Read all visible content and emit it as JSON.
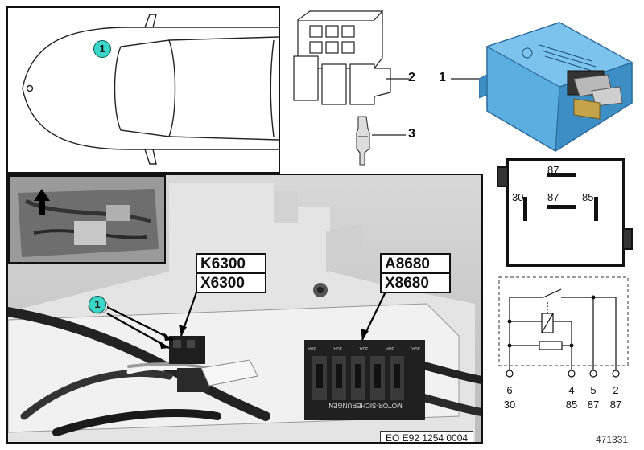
{
  "location_badge": "1",
  "components": {
    "item1": "1",
    "item2": "2",
    "item3": "3"
  },
  "photo": {
    "badge": "1",
    "left_labels": [
      "K6300",
      "X6300"
    ],
    "right_labels": [
      "A8680",
      "X8680"
    ],
    "fuse_text": "MOTOR-SICHERUNGEN",
    "fuse_ratings": [
      "30A",
      "30A",
      "30A",
      "30A",
      "30A"
    ],
    "eo_code": "EO E92 1254 0004"
  },
  "relay_symbol": {
    "top": "87",
    "left": "30",
    "middle": "87",
    "right": "85"
  },
  "schematic": {
    "pins": [
      {
        "num": "6",
        "term": "30"
      },
      {
        "num": "4",
        "term": "85"
      },
      {
        "num": "5",
        "term": "87"
      },
      {
        "num": "2",
        "term": "87"
      }
    ]
  },
  "doc_number": "471331",
  "colors": {
    "relay_blue": "#5aaee0",
    "badge_teal": "#3ad6c8"
  }
}
